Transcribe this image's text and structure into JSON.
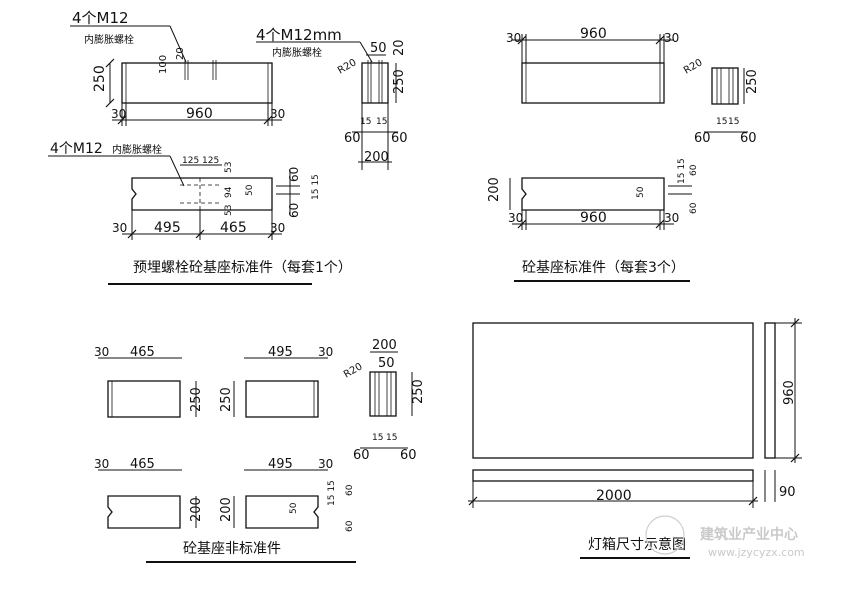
{
  "titles": {
    "embedded": "预埋螺栓砼基座标准件（每套1个）",
    "standard": "砼基座标准件（每套3个）",
    "nonstandard": "砼基座非标准件",
    "lightbox": "灯箱尺寸示意图"
  },
  "labels": {
    "bolt_a": "4个M12",
    "bolt_a_sub": "内膨胀螺栓",
    "bolt_b": "4个M12mm",
    "bolt_b_sub": "内膨胀螺栓",
    "bolt_c": "4个M12",
    "bolt_c_sub": "内膨胀螺栓",
    "r20": "R20"
  },
  "dims": {
    "d30": "30",
    "d20": "20",
    "d50": "50",
    "d60": "60",
    "d15": "15",
    "d250": "250",
    "d200": "200",
    "d960": "960",
    "d495": "495",
    "d465": "465",
    "d125": "125",
    "d53": "53",
    "d94": "94",
    "d2000": "2000",
    "d90": "90",
    "d100": "100",
    "d1515": "15 15"
  },
  "watermark": {
    "name": "建筑业产业中心",
    "url": "www.jzycyzx.com"
  }
}
